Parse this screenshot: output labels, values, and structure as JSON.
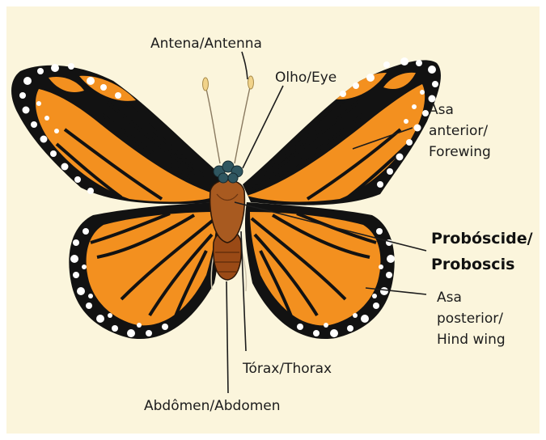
{
  "labels": {
    "antenna": "Antena/Antenna",
    "eye": "Olho/Eye",
    "forewing": [
      "Asa",
      "anterior/",
      "Forewing"
    ],
    "proboscis": [
      "Probóscide/",
      "Proboscis"
    ],
    "hindwing": [
      "Asa",
      "posterior/",
      "Hind wing"
    ],
    "thorax": "Tórax/Thorax",
    "abdomen": "Abdômen/Abdomen"
  },
  "colors": {
    "background": "#fbf5dc",
    "wing_orange": "#f3901f",
    "wing_black": "#121212",
    "spots": "#ffffff",
    "body": "#9a4a16",
    "head": "#2f5660"
  }
}
